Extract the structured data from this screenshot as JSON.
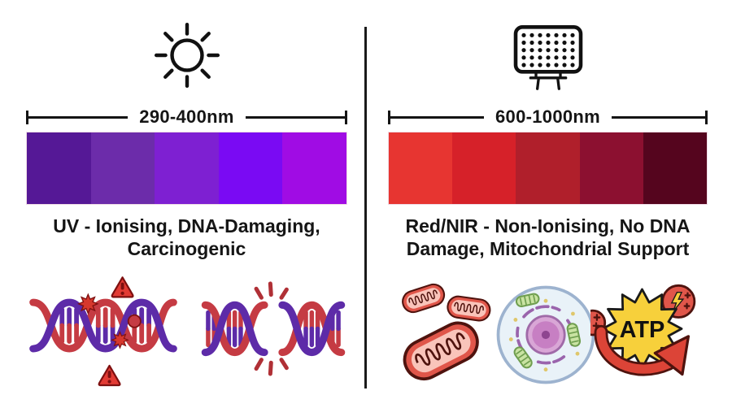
{
  "panels": {
    "left": {
      "source_icon": "sun-icon",
      "wavelength_range": "290-400nm",
      "spectrum_colors": [
        "#551896",
        "#6C2CAA",
        "#7E20D2",
        "#7A0AF3",
        "#A00CE4"
      ],
      "caption_lines": [
        "UV - Ionising, DNA-Damaging,",
        "Carcinogenic"
      ],
      "illustration_icons": [
        "dna-damaged-icon",
        "dna-broken-icon"
      ]
    },
    "right": {
      "source_icon": "led-panel-icon",
      "wavelength_range": "600-1000nm",
      "spectrum_colors": [
        "#E73531",
        "#D62129",
        "#B01F2B",
        "#8C1030",
        "#55051E"
      ],
      "caption_lines": [
        "Red/NIR - Non-Ionising, No DNA",
        "Damage, Mitochondrial Support"
      ],
      "illustration_icons": [
        "mitochondria-icon",
        "cell-icon",
        "atp-energy-icon"
      ],
      "atp_label": "ATP"
    }
  },
  "colors": {
    "divider": "#1A1A1A",
    "text": "#151515",
    "background": "#FFFFFF"
  }
}
